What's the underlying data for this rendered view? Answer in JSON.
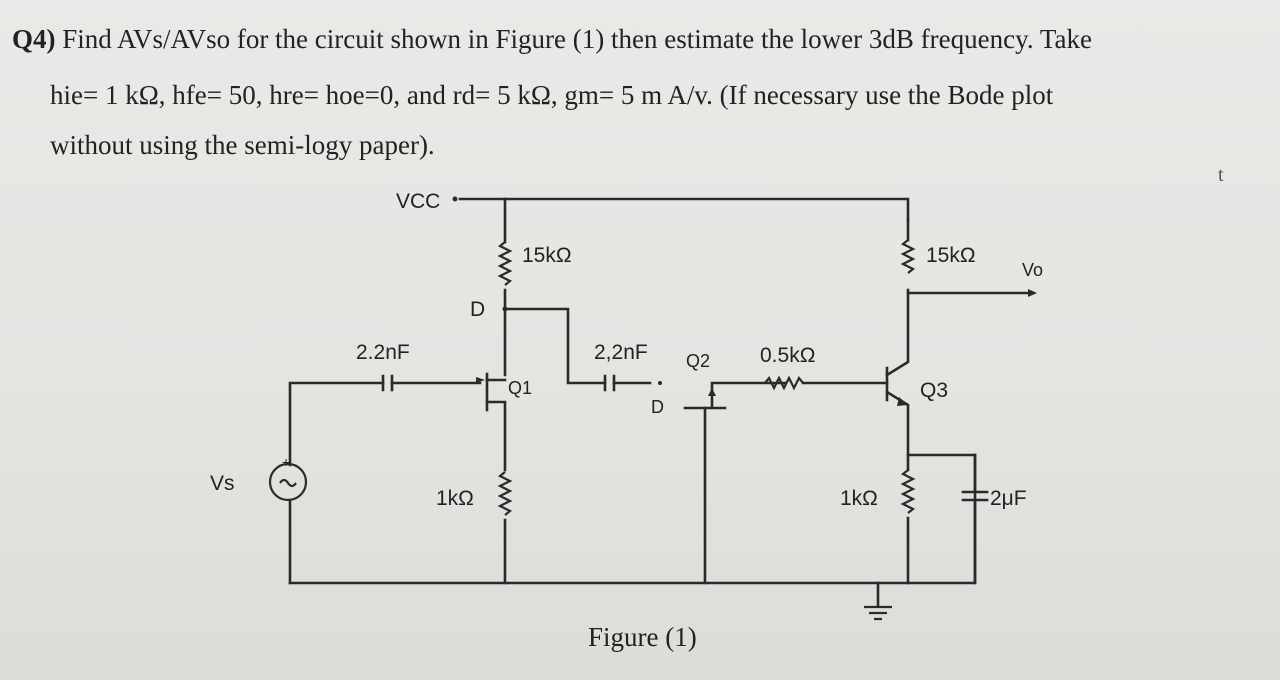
{
  "question": {
    "number": "Q4)",
    "line1": "Find AVs/AVso for the circuit shown in Figure (1) then estimate the lower 3dB frequency. Take",
    "line2": "hie= 1 kΩ, hfe= 50, hre= hoe=0, and rd= 5 kΩ, gm= 5 m A/v. (If necessary use the Bode plot",
    "line3": "without using the semi-logy paper).",
    "stray_mark": "t"
  },
  "circuit": {
    "vcc": "VCC",
    "r_drain_q1": "15kΩ",
    "r_collector_q3": "15kΩ",
    "vo": "Vo",
    "d_label_q1": "D",
    "c_in": "2.2nF",
    "c_coupling": "2,2nF",
    "q1": "Q1",
    "q2": "Q2",
    "q3": "Q3",
    "d_label_q2": "D",
    "r_base": "0.5kΩ",
    "vs": "Vs",
    "r_source_q1": "1kΩ",
    "r_emitter_q3": "1kΩ",
    "c_emitter": "2μF"
  },
  "figure_caption": "Figure (1)"
}
